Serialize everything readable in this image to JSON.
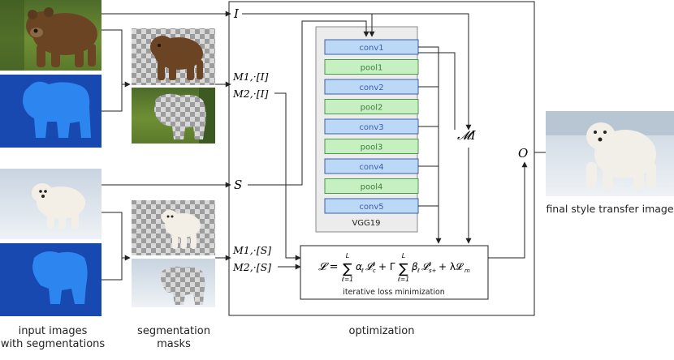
{
  "inputs": {
    "I_label": "I",
    "S_label": "S",
    "M1I_label": "M1,·[I]",
    "M2I_label": "M2,·[I]",
    "M1S_label": "M1,·[S]",
    "M2S_label": "M2,·[S]",
    "MI_label": "𝓜I",
    "O_label": "O"
  },
  "vgg": {
    "title": "VGG19",
    "layers": [
      {
        "label": "conv1",
        "kind": "conv"
      },
      {
        "label": "pool1",
        "kind": "pool"
      },
      {
        "label": "conv2",
        "kind": "conv"
      },
      {
        "label": "pool2",
        "kind": "pool"
      },
      {
        "label": "conv3",
        "kind": "conv"
      },
      {
        "label": "pool3",
        "kind": "pool"
      },
      {
        "label": "conv4",
        "kind": "conv"
      },
      {
        "label": "pool4",
        "kind": "pool"
      },
      {
        "label": "conv5",
        "kind": "conv"
      }
    ]
  },
  "loss": {
    "caption": "iterative loss minimization"
  },
  "captions": {
    "inputs_line1": "input images",
    "inputs_line2": "with segmentations",
    "masks_line1": "segmentation",
    "masks_line2": "masks",
    "optimization": "optimization",
    "final": "final style transfer image"
  },
  "colors": {
    "conv_fill": "#bcd8f7",
    "conv_stroke": "#3a5fa8",
    "pool_fill": "#c6efc2",
    "pool_stroke": "#4a9a48",
    "mask_blue_dark": "#1849b0",
    "mask_blue_light": "#2d86ef",
    "vgg_bg": "#ececec"
  }
}
